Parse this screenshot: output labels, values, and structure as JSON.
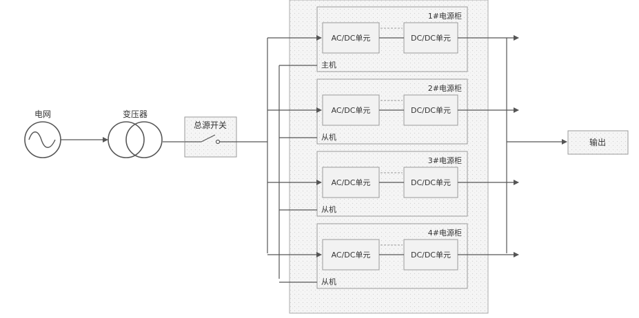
{
  "grid_source": {
    "label": "电网"
  },
  "transformer": {
    "label": "变压器"
  },
  "main_switch": {
    "label": "总源开关"
  },
  "output": {
    "label": "输出"
  },
  "cabinets": [
    {
      "title": "1#电源柜",
      "ac_dc": "AC/DC单元",
      "dc_dc": "DC/DC单元",
      "role": "主机"
    },
    {
      "title": "2#电源柜",
      "ac_dc": "AC/DC单元",
      "dc_dc": "DC/DC单元",
      "role": "从机"
    },
    {
      "title": "3#电源柜",
      "ac_dc": "AC/DC单元",
      "dc_dc": "DC/DC单元",
      "role": "从机"
    },
    {
      "title": "4#电源柜",
      "ac_dc": "AC/DC单元",
      "dc_dc": "DC/DC单元",
      "role": "从机"
    }
  ],
  "colors": {
    "line": "#555555",
    "box_fill": "#f0f0f0",
    "panel_fill": "#f4f4f4",
    "stroke": "#9a9a9a"
  }
}
